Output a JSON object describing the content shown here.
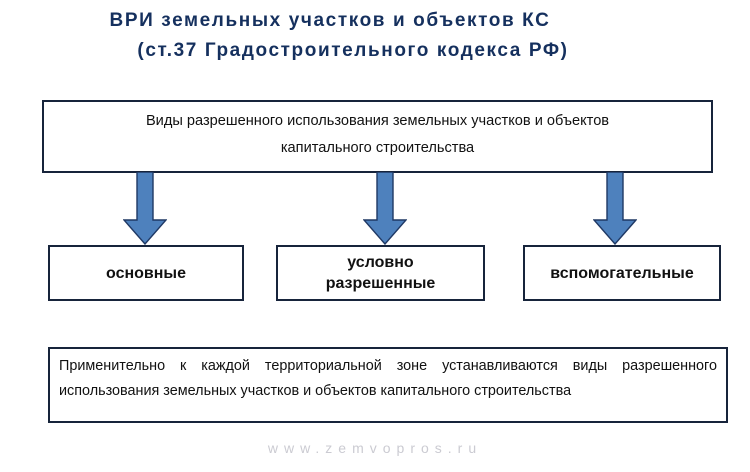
{
  "title": {
    "line1": "ВРИ земельных участков и объектов КС",
    "line2": "(ст.37 Градостроительного кодекса РФ)",
    "color": "#15305e"
  },
  "diagram": {
    "root_box": {
      "text": "Виды разрешенного использования земельных участков и объектов\nкапитального строительства"
    },
    "arrows": [
      {
        "name": "arrow-to-basic",
        "direction": "down",
        "fill": "#4e81bd",
        "stroke": "#1f3864"
      },
      {
        "name": "arrow-to-conditional",
        "direction": "down",
        "fill": "#4e81bd",
        "stroke": "#1f3864"
      },
      {
        "name": "arrow-to-auxiliary",
        "direction": "down",
        "fill": "#4e81bd",
        "stroke": "#1f3864"
      }
    ],
    "category_boxes": [
      {
        "text": "основные"
      },
      {
        "text": "условно\nразрешенные"
      },
      {
        "text": "вспомогательные"
      }
    ],
    "note_box": {
      "text": "Применительно к каждой территориальной зоне устанавливаются виды разрешенного использования земельных участков и объектов капитального строительства"
    },
    "box_border_color": "#17243b",
    "box_fill_color": "#ffffff"
  },
  "watermark": {
    "text": "www.zemvopros.ru",
    "color": "#cbcbd2"
  }
}
